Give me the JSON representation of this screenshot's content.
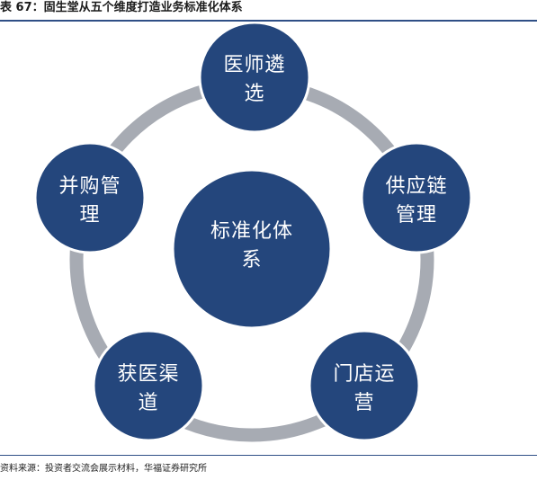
{
  "title": "表 67：固生堂从五个维度打造业务标准化体系",
  "center": {
    "lines": [
      "标准化体",
      "系"
    ]
  },
  "nodes": [
    {
      "id": "doctor-selection",
      "lines": [
        "医师遴",
        "选"
      ]
    },
    {
      "id": "supply-chain",
      "lines": [
        "供应链",
        "管理"
      ]
    },
    {
      "id": "store-operation",
      "lines": [
        "门店运",
        "营"
      ]
    },
    {
      "id": "patient-channel",
      "lines": [
        "获医渠",
        "道"
      ]
    },
    {
      "id": "merger-management",
      "lines": [
        "并购管",
        "理"
      ]
    }
  ],
  "colors": {
    "node": "#24467c",
    "ring": "#a7abb3",
    "node_border": "#ffffff",
    "title_rule": "#2f4f86"
  },
  "source": "资料来源：投资者交流会展示材料，华福证券研究所"
}
